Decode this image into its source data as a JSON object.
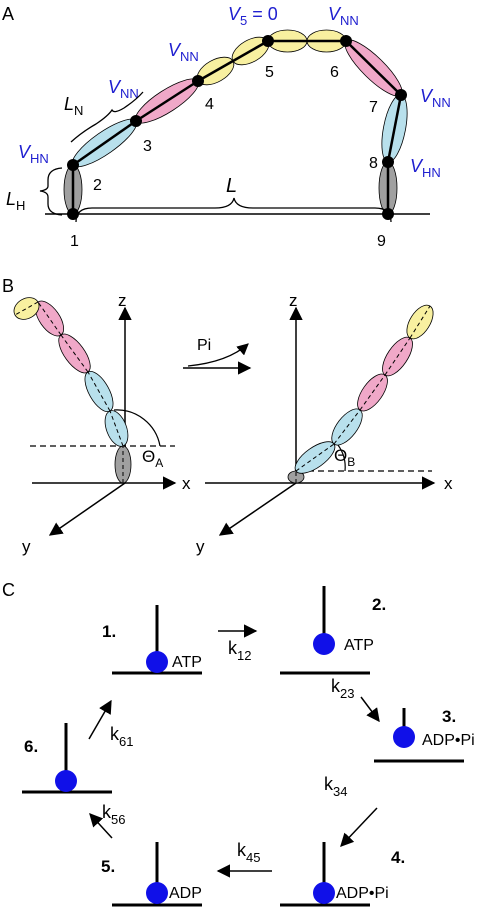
{
  "panel_a": {
    "label": "A",
    "nodes": [
      "1",
      "2",
      "3",
      "4",
      "5",
      "6",
      "7",
      "8",
      "9"
    ],
    "v_labels": {
      "vhn_left": {
        "main": "V",
        "sub": "HN"
      },
      "vnn_3": {
        "main": "V",
        "sub": "NN"
      },
      "vnn_4": {
        "main": "V",
        "sub": "NN"
      },
      "v5": {
        "main": "V",
        "sub": "5",
        "rest": " = 0"
      },
      "vnn_6": {
        "main": "V",
        "sub": "NN"
      },
      "vnn_7": {
        "main": "V",
        "sub": "NN"
      },
      "vhn_right": {
        "main": "V",
        "sub": "HN"
      }
    },
    "ln_label": {
      "main": "L",
      "sub": "N"
    },
    "lh_label": {
      "main": "L",
      "sub": "H"
    },
    "l_label": "L"
  },
  "panel_b": {
    "label": "B",
    "axes": {
      "z": "z",
      "x": "x",
      "y": "y"
    },
    "transition_label": "Pi",
    "theta_a": {
      "main": "Θ",
      "sub": "A"
    },
    "theta_b": {
      "main": "Θ",
      "sub": "B"
    }
  },
  "panel_c": {
    "label": "C",
    "states": [
      {
        "num": "1.",
        "nucleotide": "ATP"
      },
      {
        "num": "2.",
        "nucleotide": "ATP"
      },
      {
        "num": "3.",
        "nucleotide": "ADP•Pi"
      },
      {
        "num": "4.",
        "nucleotide": "ADP•Pi"
      },
      {
        "num": "5.",
        "nucleotide": "ADP"
      },
      {
        "num": "6.",
        "nucleotide": ""
      }
    ],
    "rates": {
      "k12": {
        "main": "k",
        "sub": "12"
      },
      "k23": {
        "main": "k",
        "sub": "23"
      },
      "k34": {
        "main": "k",
        "sub": "34"
      },
      "k45": {
        "main": "k",
        "sub": "45"
      },
      "k56": {
        "main": "k",
        "sub": "56"
      },
      "k61": {
        "main": "k",
        "sub": "61"
      }
    }
  },
  "colors": {
    "blue_text": "#2020d0",
    "motor_head": "#1010e8",
    "yellow_seg": "#f8f0a0",
    "pink_seg": "#f0a8c8",
    "blue_seg": "#b8e0ec",
    "gray_seg": "#a0a0a0"
  }
}
